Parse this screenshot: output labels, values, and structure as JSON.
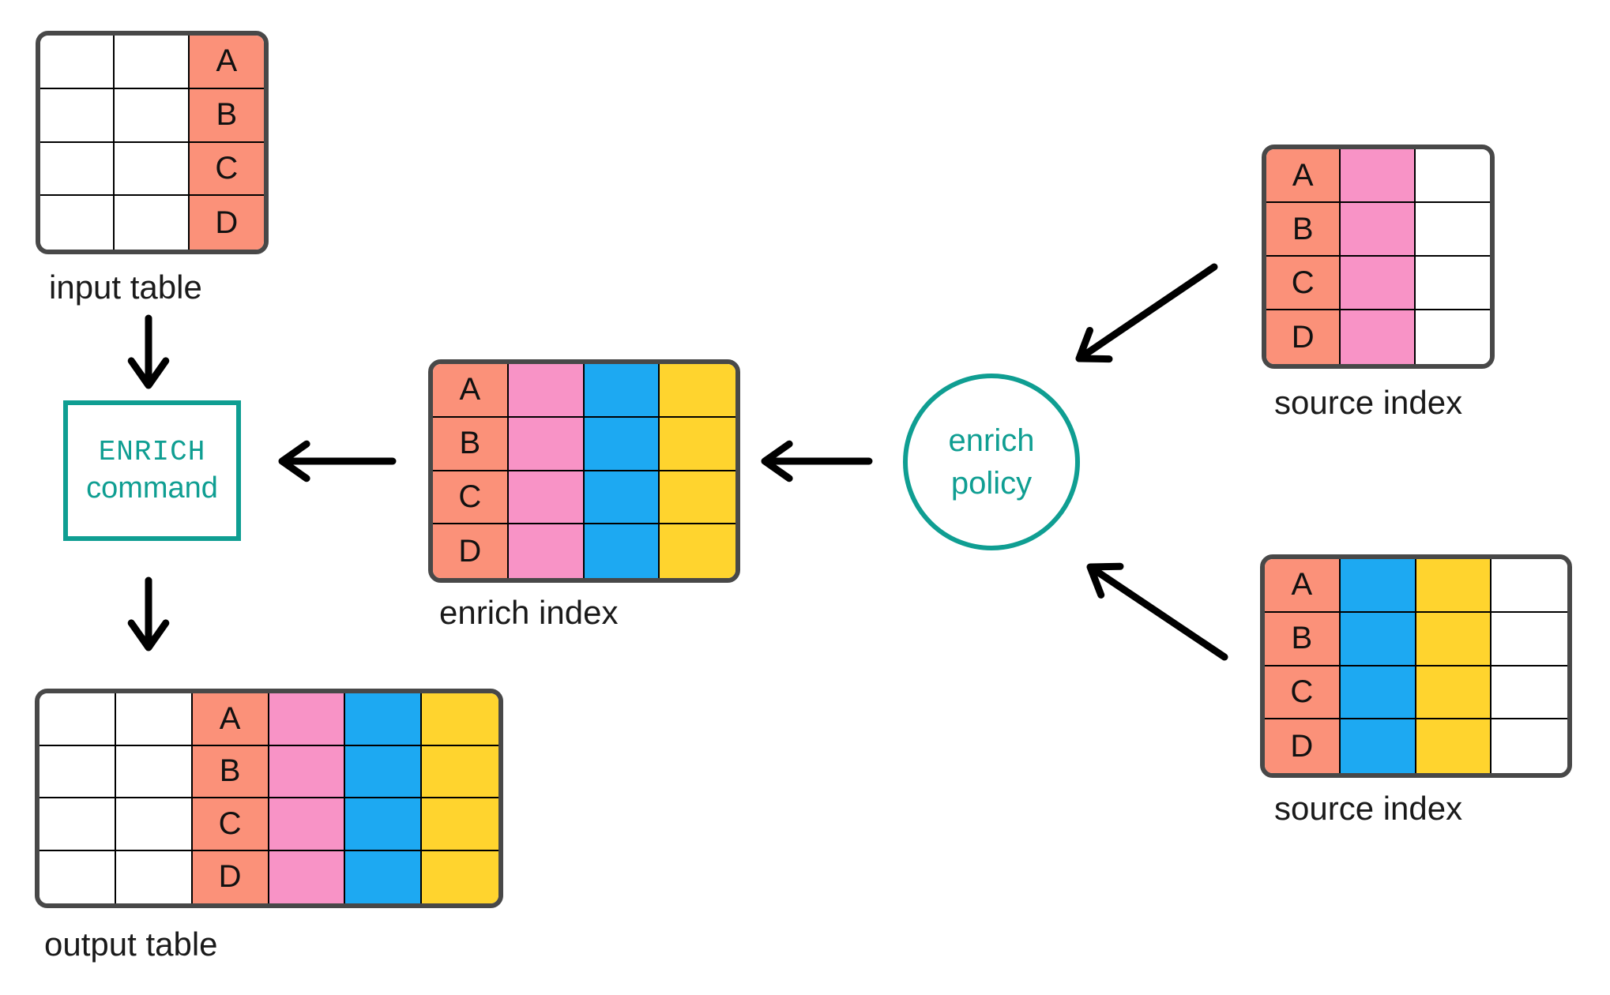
{
  "diagram": {
    "palette": {
      "salmon": "#FB9179",
      "pink": "#F893C6",
      "blue": "#1DA9F2",
      "yellow": "#FFD42E",
      "white": "#FFFFFF",
      "teal": "#0F9E92",
      "border_dark": "#484848",
      "text": "#1A1A1A"
    },
    "row_keys": [
      "A",
      "B",
      "C",
      "D"
    ],
    "nodes": {
      "input_table": {
        "label": "input table",
        "rows": 4,
        "columns": [
          {
            "fill": "white"
          },
          {
            "fill": "white"
          },
          {
            "fill": "salmon",
            "keys": true
          }
        ]
      },
      "enrich_command": {
        "line1": "ENRICH",
        "line2": "command"
      },
      "output_table": {
        "label": "output table",
        "rows": 4,
        "columns": [
          {
            "fill": "white"
          },
          {
            "fill": "white"
          },
          {
            "fill": "salmon",
            "keys": true
          },
          {
            "fill": "pink"
          },
          {
            "fill": "blue"
          },
          {
            "fill": "yellow"
          }
        ]
      },
      "enrich_index": {
        "label": "enrich index",
        "rows": 4,
        "columns": [
          {
            "fill": "salmon",
            "keys": true
          },
          {
            "fill": "pink"
          },
          {
            "fill": "blue"
          },
          {
            "fill": "yellow"
          }
        ]
      },
      "enrich_policy": {
        "line1": "enrich",
        "line2": "policy"
      },
      "source_index_top": {
        "label": "source index",
        "rows": 4,
        "columns": [
          {
            "fill": "salmon",
            "keys": true
          },
          {
            "fill": "pink"
          },
          {
            "fill": "white"
          }
        ]
      },
      "source_index_bottom": {
        "label": "source index",
        "rows": 4,
        "columns": [
          {
            "fill": "salmon",
            "keys": true
          },
          {
            "fill": "blue"
          },
          {
            "fill": "yellow"
          },
          {
            "fill": "white"
          }
        ]
      }
    },
    "arrows": [
      {
        "from": "input table",
        "to": "ENRICH command"
      },
      {
        "from": "ENRICH command",
        "to": "output table"
      },
      {
        "from": "enrich index",
        "to": "ENRICH command"
      },
      {
        "from": "enrich policy",
        "to": "enrich index"
      },
      {
        "from": "source index (top)",
        "to": "enrich policy"
      },
      {
        "from": "source index (bottom)",
        "to": "enrich policy"
      }
    ]
  }
}
